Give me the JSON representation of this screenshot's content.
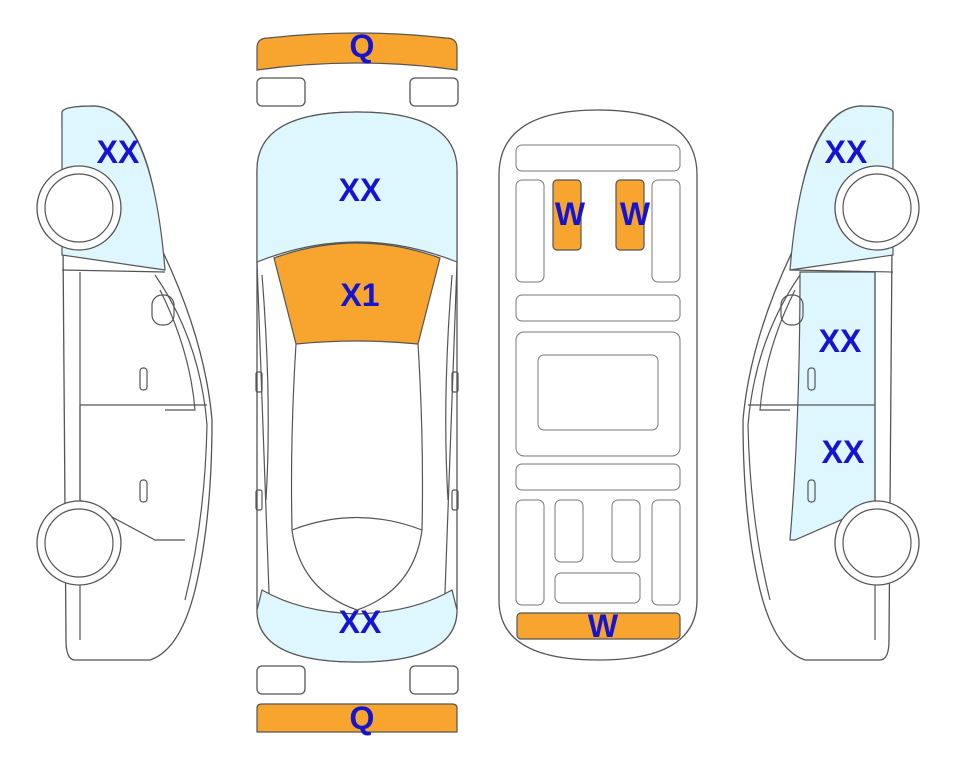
{
  "colors": {
    "orange": "#f7a52e",
    "light_blue": "#def6fd",
    "label_blue": "#1515d0",
    "outline": "#555555"
  },
  "labels": {
    "front_bumper": "Q",
    "hood": "XX",
    "windshield": "X1",
    "rear_window_top": "XX",
    "rear_bumper": "Q",
    "seat_left": "W",
    "seat_right": "W",
    "floor_rear": "W",
    "left_side_front": "XX",
    "right_side_front": "XX",
    "right_side_door_front": "XX",
    "right_side_door_rear": "XX"
  }
}
